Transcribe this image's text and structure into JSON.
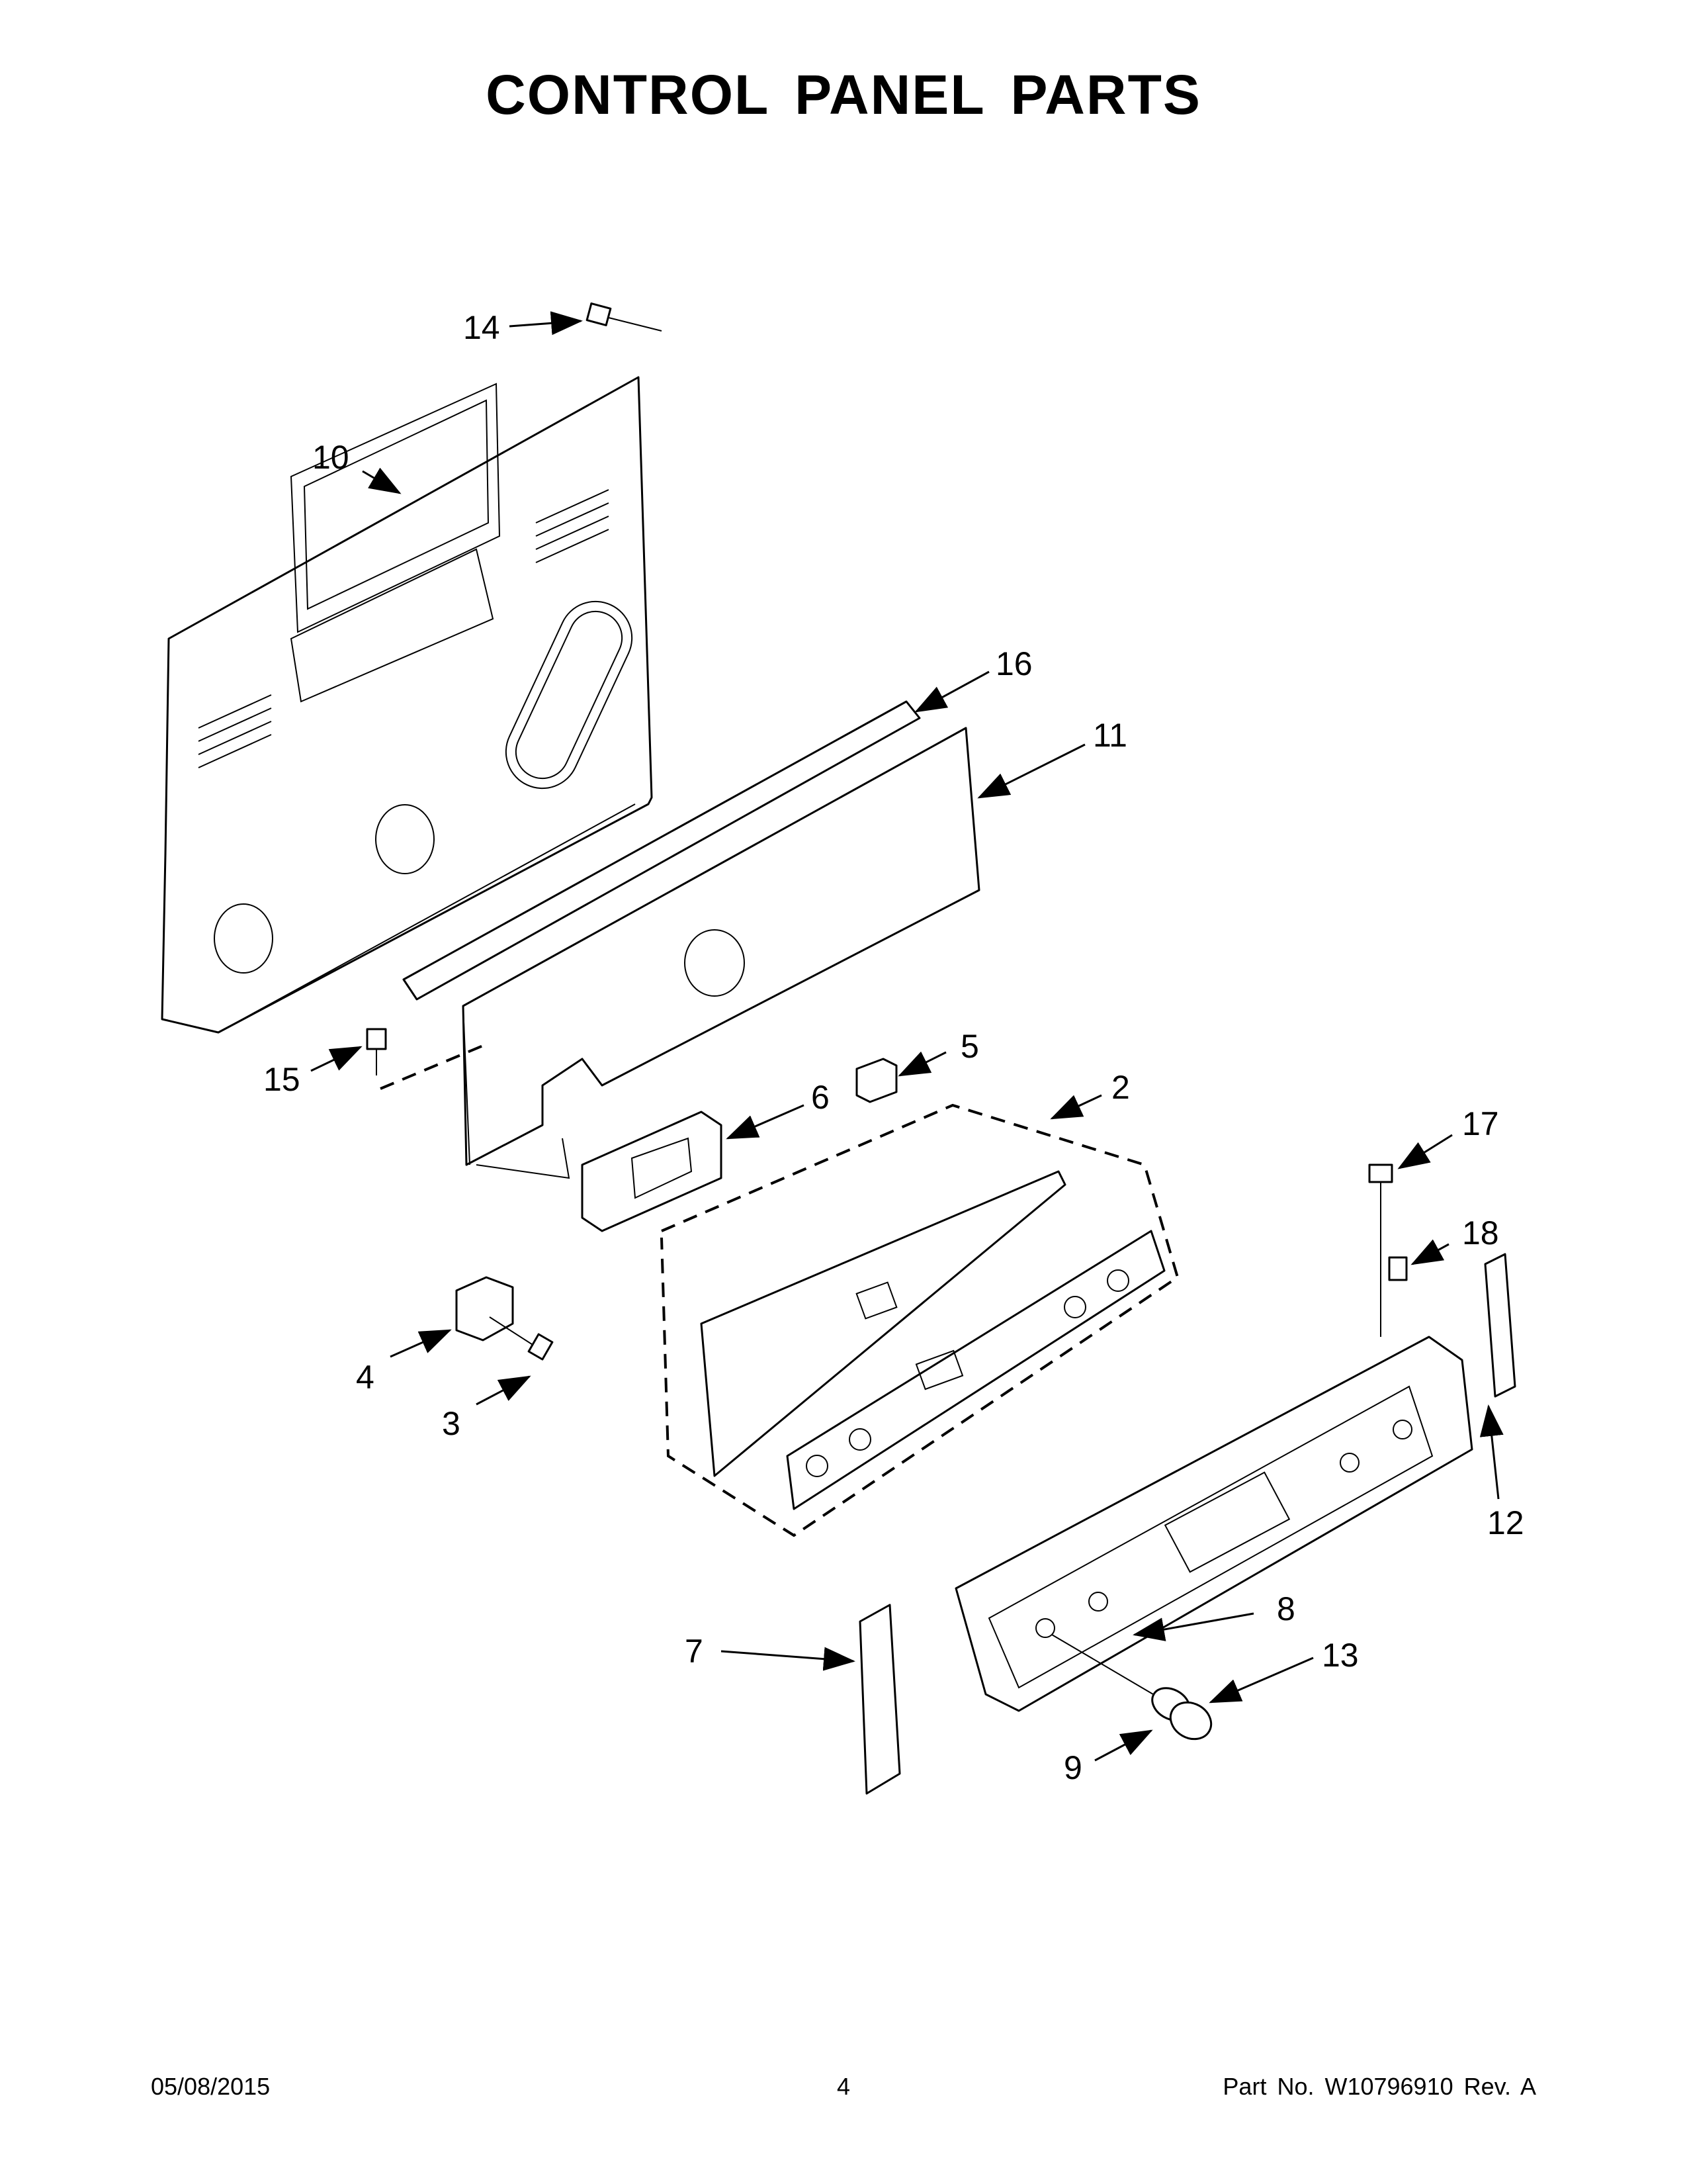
{
  "page": {
    "title": "CONTROL PANEL PARTS",
    "footer_date": "05/08/2015",
    "footer_page": "4",
    "footer_part_no": "Part No.  W10796910  Rev.  A"
  },
  "callouts": {
    "c2": "2",
    "c3": "3",
    "c4": "4",
    "c5": "5",
    "c6": "6",
    "c7": "7",
    "c8": "8",
    "c9": "9",
    "c10": "10",
    "c11": "11",
    "c12": "12",
    "c13": "13",
    "c14": "14",
    "c15": "15",
    "c16": "16",
    "c17": "17",
    "c18": "18"
  }
}
